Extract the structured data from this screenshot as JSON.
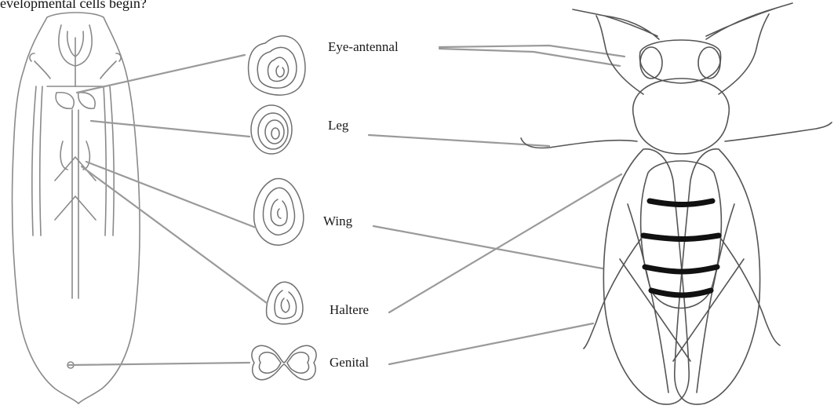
{
  "caption_fragment": "evelopmental cells begin?",
  "labels": {
    "eye_antennal": "Eye-antennal",
    "leg": "Leg",
    "wing": "Wing",
    "haltere": "Haltere",
    "genital": "Genital"
  },
  "colors": {
    "line": "#9a9a9a",
    "drawing": "#6e6e6e",
    "dark_stripe": "#111111"
  }
}
